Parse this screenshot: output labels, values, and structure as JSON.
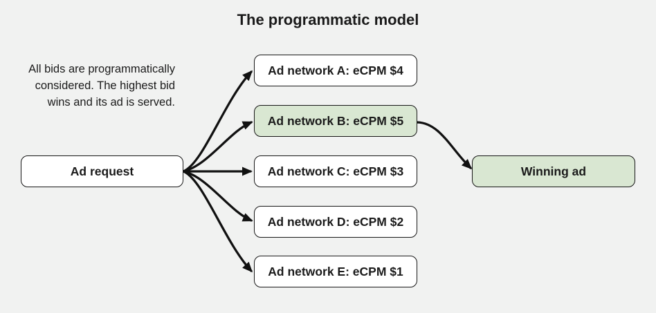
{
  "title": "The programmatic model",
  "note": {
    "lines": [
      "All bids are programmatically",
      "considered. The highest bid",
      "wins and its ad is served."
    ]
  },
  "nodes": {
    "ad_request": {
      "label": "Ad request"
    },
    "networks": [
      {
        "id": "A",
        "label": "Ad network A: eCPM $4",
        "highlighted": false
      },
      {
        "id": "B",
        "label": "Ad network B: eCPM $5",
        "highlighted": true
      },
      {
        "id": "C",
        "label": "Ad network C: eCPM $3",
        "highlighted": false
      },
      {
        "id": "D",
        "label": "Ad network D: eCPM $2",
        "highlighted": false
      },
      {
        "id": "E",
        "label": "Ad network E: eCPM $1",
        "highlighted": false
      }
    ],
    "winning": {
      "label": "Winning ad",
      "highlighted": true
    }
  },
  "colors": {
    "background": "#f1f2f1",
    "highlight": "#d9e7d2",
    "box_bg": "#ffffff",
    "border": "#161616",
    "arrow": "#111111",
    "text": "#1a1a1a"
  }
}
